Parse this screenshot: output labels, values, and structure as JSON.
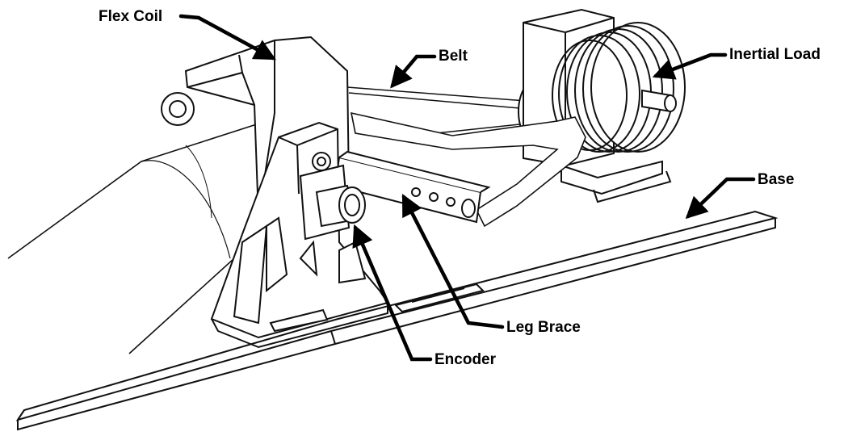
{
  "labels": {
    "flex_coil": "Flex Coil",
    "belt": "Belt",
    "inertial_load": "Inertial Load",
    "base": "Base",
    "leg_brace": "Leg Brace",
    "encoder": "Encoder"
  }
}
